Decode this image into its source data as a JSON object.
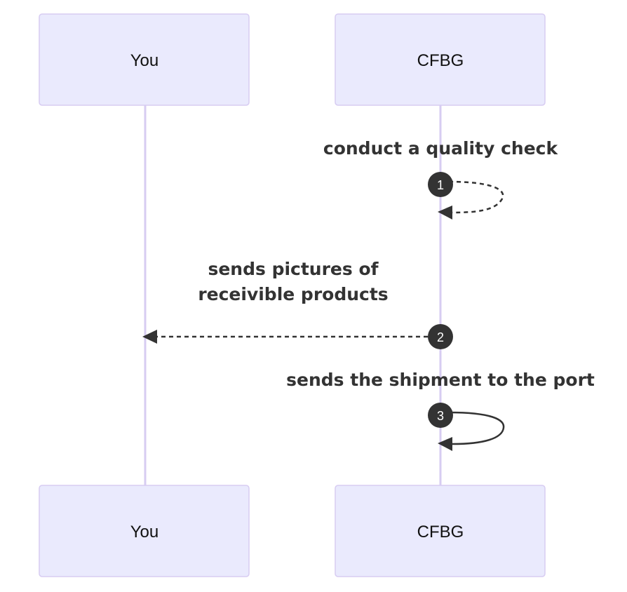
{
  "diagram": {
    "type": "sequence",
    "participants": [
      {
        "id": "you",
        "label": "You"
      },
      {
        "id": "cfbg",
        "label": "CFBG"
      }
    ],
    "messages": [
      {
        "seq": "1",
        "from": "CFBG",
        "to": "CFBG",
        "text": [
          "conduct a quality check"
        ],
        "style": "dashed"
      },
      {
        "seq": "2",
        "from": "CFBG",
        "to": "You",
        "text": [
          "sends pictures of",
          "receivible products"
        ],
        "style": "dashed"
      },
      {
        "seq": "3",
        "from": "CFBG",
        "to": "CFBG",
        "text": [
          "sends the shipment to the port"
        ],
        "style": "solid"
      }
    ]
  },
  "colors": {
    "actor_fill": "#eaeafd",
    "actor_border": "#d7ccf2",
    "lifeline": "#d7ccf2",
    "message": "#333333",
    "sequence_badge": "#333333"
  }
}
